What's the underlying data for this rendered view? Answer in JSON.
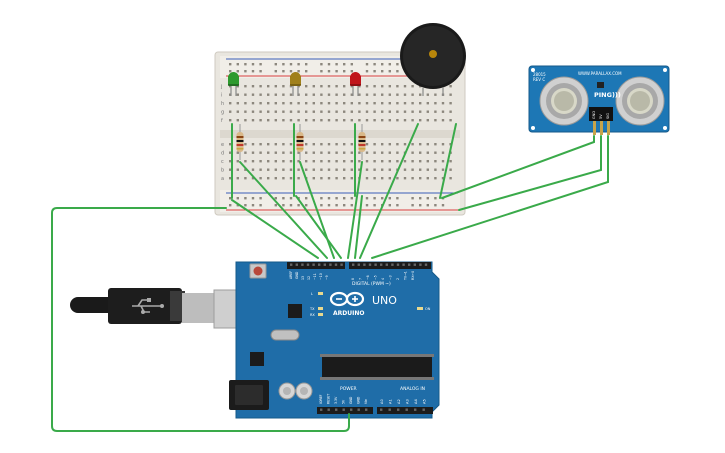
{
  "colors": {
    "wire": "#3aaa4a",
    "board": "#1f6da8",
    "board_dark": "#17588a",
    "breadboard": "#e9e6df",
    "rail_red": "#d94040",
    "rail_blue": "#3a5fb8",
    "led_green": "#2e9a2e",
    "led_yellow": "#a0801a",
    "led_red": "#c0141a",
    "sensor_board": "#1d77b5"
  },
  "arduino": {
    "brand": "ARDUINO",
    "model": "UNO",
    "digital_label": "DIGITAL (PWM ~)",
    "power_label": "POWER",
    "analog_label": "ANALOG IN",
    "on_label": "ON",
    "tx_label": "TX",
    "rx_label": "RX",
    "l_label": "L",
    "aref_label": "AREF",
    "gnd_label": "GND",
    "digital_pins": [
      "13",
      "12",
      "~11",
      "~10",
      "~9",
      "8",
      "7",
      "~6",
      "~5",
      "4",
      "~3",
      "2",
      "TX→1",
      "RX←0"
    ],
    "power_pins": [
      "IOREF",
      "RESET",
      "3.3V",
      "5V",
      "GND",
      "GND",
      "Vin"
    ],
    "analog_pins": [
      "A0",
      "A1",
      "A2",
      "A3",
      "A4",
      "A5"
    ]
  },
  "sensor": {
    "title": "PING)))",
    "url": "WWW.PARALLAX.COM",
    "part": "28015",
    "rev": "REV C",
    "pins": [
      "GND",
      "5V",
      "SIG"
    ]
  },
  "breadboard": {
    "row_letters_top": [
      "j",
      "i",
      "h",
      "g",
      "f"
    ],
    "row_letters_bottom": [
      "e",
      "d",
      "c",
      "b",
      "a"
    ],
    "column_count": 30
  },
  "leds": [
    {
      "name": "green",
      "color": "#2e9a2e"
    },
    {
      "name": "yellow",
      "color": "#a0801a"
    },
    {
      "name": "red",
      "color": "#c0141a"
    }
  ],
  "icons": {
    "usb": "usb-icon",
    "buzzer": "piezo-buzzer-icon"
  }
}
